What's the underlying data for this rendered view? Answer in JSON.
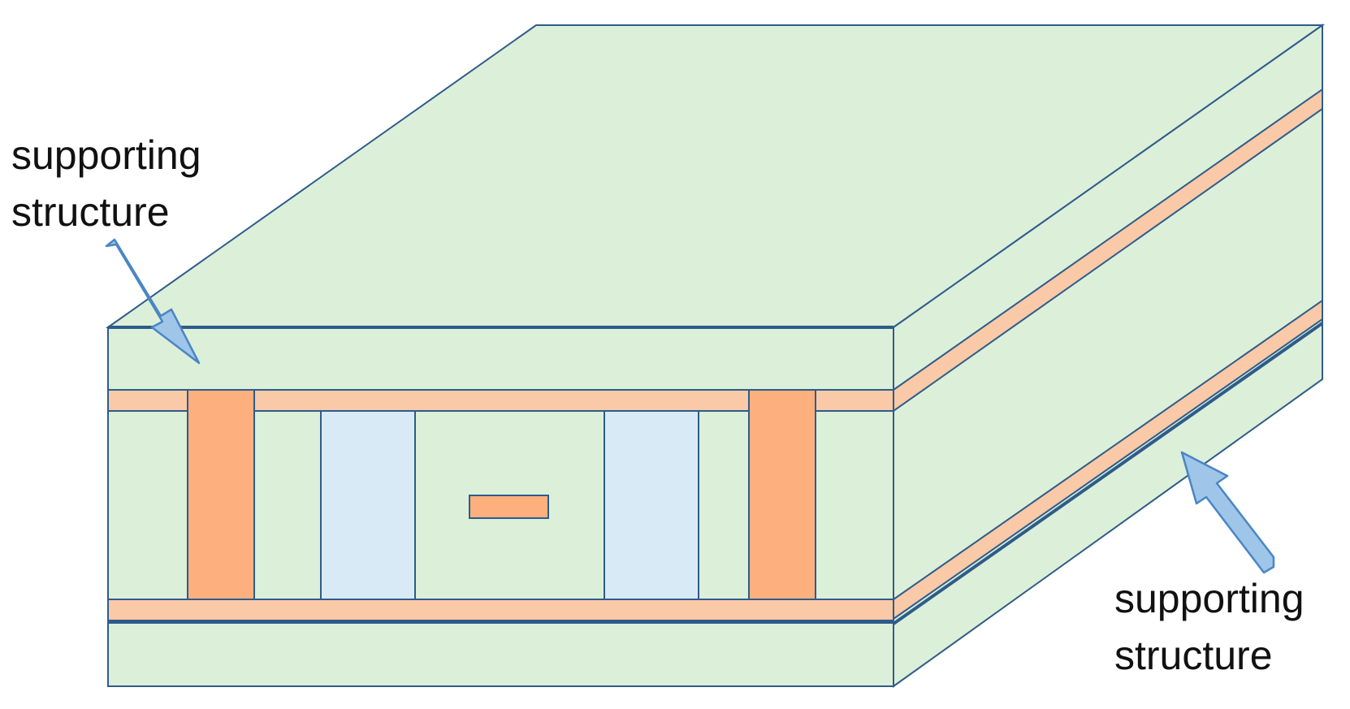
{
  "labels": {
    "top_left": {
      "line1": "supporting",
      "line2": "structure"
    },
    "bottom_right": {
      "line1": "supporting",
      "line2": "structure"
    }
  },
  "colors": {
    "substrate": "#dcefd9",
    "outline": "#2e5c8a",
    "copper_layer": "#f9c9a8",
    "via": "#fdb07e",
    "cavity": "#d9eaf7",
    "arrow_fill": "#9fc5e8",
    "arrow_stroke": "#4a86c5",
    "text": "#111111"
  }
}
